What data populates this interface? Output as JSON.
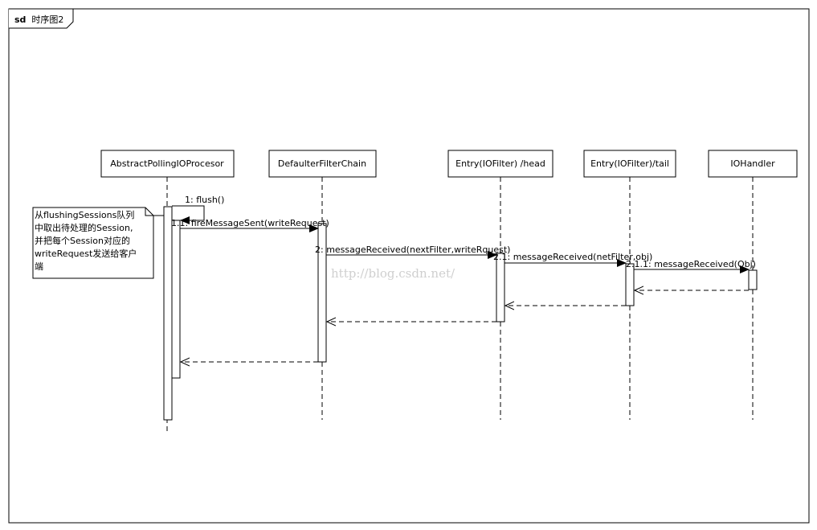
{
  "frame": {
    "title_keyword": "sd",
    "title_name": "时序图2"
  },
  "lifelines": [
    {
      "id": "processor",
      "label": "AbstractPollingIOProcesor"
    },
    {
      "id": "chain",
      "label": "DefaulterFilterChain"
    },
    {
      "id": "head",
      "label": "Entry(IOFilter) /head"
    },
    {
      "id": "tail",
      "label": "Entry(IOFilter)/tail"
    },
    {
      "id": "handler",
      "label": "IOHandler"
    }
  ],
  "messages": [
    {
      "label": "1: flush()",
      "type": "self-call"
    },
    {
      "label": "1.1: fireMessageSent(writeRequest)",
      "type": "call"
    },
    {
      "label": "2: messageReceived(nextFilter,writeRquest)",
      "type": "call"
    },
    {
      "label": "2.1: messageReceived(netFilter,obj)",
      "type": "call"
    },
    {
      "label": "2.1.1: messageReceived(Obj)",
      "type": "call"
    }
  ],
  "note": {
    "lines": [
      "从flushingSessions队列",
      "中取出待处理的Session,",
      "并把每个Session对应的",
      "writeRequest发送给客户",
      "端"
    ]
  },
  "watermark": "http://blog.csdn.net/"
}
